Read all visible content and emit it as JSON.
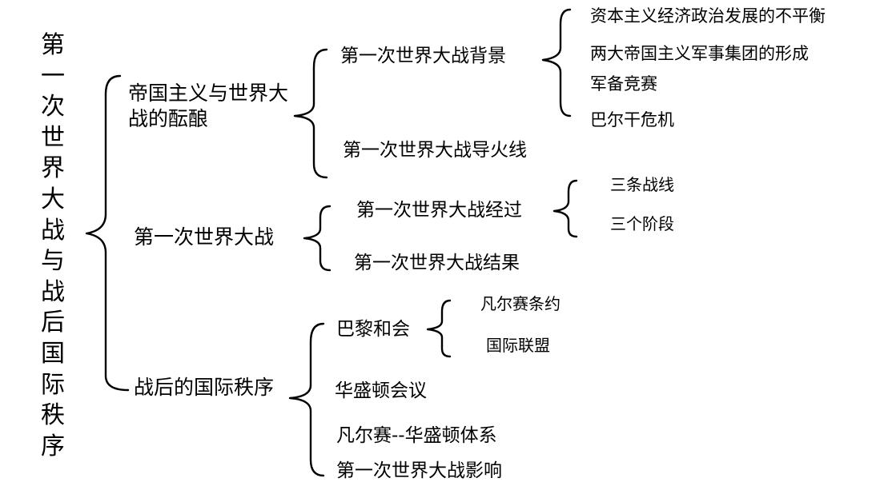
{
  "root": {
    "title": "第一次世界大战与战后国际秩序"
  },
  "branches": [
    {
      "label": "帝国主义与世界大战的酝酿",
      "children": [
        {
          "label": "第一次世界大战背景",
          "children": [
            "资本主义经济政治发展的不平衡",
            "两大帝国主义军事集团的形成",
            "军备竞赛",
            "巴尔干危机"
          ]
        },
        {
          "label": "第一次世界大战导火线"
        }
      ]
    },
    {
      "label": "第一次世界大战",
      "children": [
        {
          "label": "第一次世界大战经过",
          "children": [
            "三条战线",
            "三个阶段"
          ]
        },
        {
          "label": "第一次世界大战结果"
        }
      ]
    },
    {
      "label": "战后的国际秩序",
      "children": [
        {
          "label": "巴黎和会",
          "children": [
            "凡尔赛条约",
            "国际联盟"
          ]
        },
        {
          "label": "华盛顿会议"
        },
        {
          "label": "凡尔赛--华盛顿体系"
        },
        {
          "label": "第一次世界大战影响"
        }
      ]
    }
  ]
}
